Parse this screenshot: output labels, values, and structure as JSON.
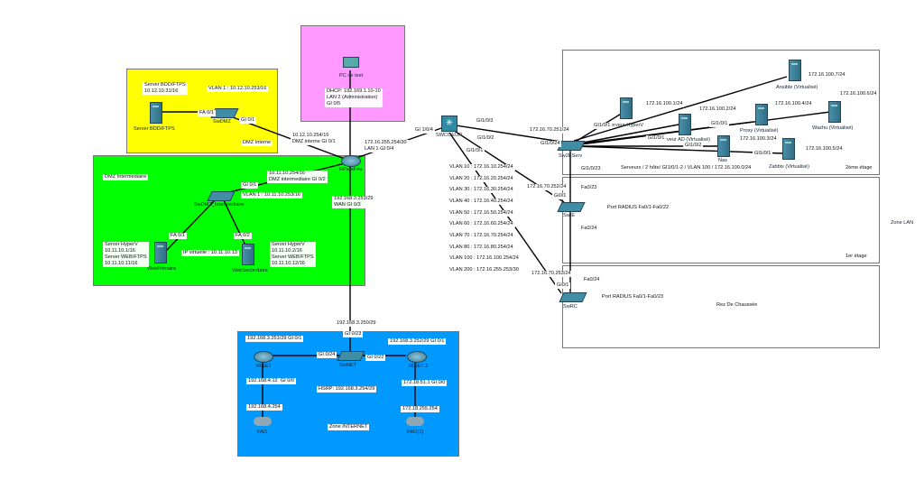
{
  "zones": {
    "dmz_interne": "DMZ Interne",
    "dmz_inter": "DMZ Intermediaire",
    "internet": "Zone INTERNET",
    "lan": "Zone LAN",
    "floor2": "2ème étage",
    "floor1": "1er étage",
    "rdc": "Rez De Chaussée",
    "colors": {
      "dmz_interne": "#ffff00",
      "admin": "#ff99ff",
      "dmz_inter": "#00ff00",
      "internet": "#0099ff"
    }
  },
  "devices": {
    "bdd": "Server BDD/FTPS",
    "swdmz": "SwDMZ",
    "pc": "PC de test",
    "fw": "RPareFeu",
    "core": "SWCOEUR",
    "swdmzi": "SwDMZ_Intermediaire",
    "web1": "WebPrimaire",
    "web2": "WebSecondaire",
    "sw2": "Sw2EServ",
    "sw1": "SwIE",
    "swrc": "SwRC",
    "rinet": "RINET",
    "swnet": "SwNET",
    "rinet2": "RINET 2",
    "fai1": "FAI1",
    "fai2": "FAI1(1)",
    "hyperv": "erveur HyperV",
    "ad": "erveur AD (Virtualisé)",
    "proxy": "Proxy (Virtualisé)",
    "wazhu": "Wazhu (Virtualisé)",
    "nas": "Nas",
    "zabbix": "Zabbix (Virtualisé)",
    "ansible": "Ansible (Virtualisé)"
  },
  "labels": {
    "bdd_ip": "Server BDD/FTPS\n10.12.10.31/16",
    "dmz_vlan": "VLAN 1 : 10.12.10.253/16",
    "fa01a": "FA 0/1",
    "gi01a": "GI 0/1",
    "fw_dmz": "10.12.10.254/16\nDMZ interne GI 0/1",
    "pc_dhcp": "DHCP: 192.169.1.10-10\nLAN 2 (Administration)\nGI 0/5",
    "fw_lan": "172.16.255.254/30\nLAN 1 GI 0/4",
    "core_gi104": "GI 1/0/4",
    "core_g3": "GI1/0/3",
    "core_g2": "GI1/0/2",
    "core_g1": "GI1/0/1",
    "fw_dmzi": "10.11.10.254/16\nDMZ intermediaire GI 0/2",
    "gi01b": "GI 0/1",
    "dmzi_vlan": "VLAN 1 : 10.11.10.253/16",
    "fa01b": "FA 0/1",
    "fa02": "FA 0/2",
    "web1_ip": "Server HyperV\n10.11.10.1/16\nServer WEB/FTPS\n10.11.10.11/16",
    "vip": "IP virtuelle : 10.11.10.13",
    "web2_ip": "Server HyperV\n10.11.10.2/16\nServer WEB/FTPS\n10.11.10.12/16",
    "fw_wan": "192.168.3.253/29\nWAN GI 0/3",
    "sw2_ip": "172.16.70.251/24",
    "sw2_g24": "GI1/0/24",
    "sw2_g23": "GI1/0/23",
    "sw1_ip": "172.16.70.252/24",
    "sw1_gi": "Gi0/1",
    "sw1_fa23": "Fa0/23",
    "sw1_fa24": "Fa0/24",
    "sw1_radius": "Port RADIUS Fa0/1-Fa0/22",
    "swrc_ip": "172.16.70.253/24",
    "swrc_gi": "Gi0/1",
    "swrc_fa24": "Fa0/24",
    "swrc_radius": "Port RADIUS Fa0/1-Fa0/23",
    "srv_info": "Serveurs / 2 hôte/ GI1/0/1-2 / VLAN 100 / 172.16.100.0/24",
    "ip7": "172.16.100.7/24",
    "ip6": "172.16.100.6/24",
    "ip1": "172.16.100.1/24",
    "ip2": "172.16.100.2/24",
    "ip4": "172.16.100.4/24",
    "ip3": "172.16.100.3/24",
    "ip5": "172.16.100.5/24",
    "hv_gi": "GI1/0/1",
    "ad_gi": "GI1/0/1",
    "proxy_gi": "GI1/0/1",
    "nas_gi": "GI1/0/2",
    "zab_gi": "GI1/0/1",
    "wan_ip": "192.168.3.250/29",
    "swnet_g23": "GI 0/23",
    "rinet_ip": "192.168.3.251/29 GI 0/1",
    "swnet_g24": "GI 0/24",
    "swnet_g22": "GI 0/22",
    "rinet2_ip": "192.168.3.252/29 GI 0/1",
    "rinet_g0": "192.168.4.12  GI 0/0",
    "hsrp": "HSRP: 192.168.3.254/29",
    "rinet2_g0": "172.18.51.1 GI 0/0",
    "fai1_ip": "192.168.4.254",
    "fai2_ip": "172.18.255.254"
  },
  "vlans": [
    "VLAN 10 : 172.16.10.254/24",
    "VLAN 20 : 172.16.20.254/24",
    "VLAN 30 : 172.16.30.254/24",
    "VLAN 40 : 172.16.40.254/24",
    "VLAN 50 : 172.16.50.254/24",
    "VLAN 60 : 172.16.60.254/24",
    "VLAN 70 : 172.16.70.254/24",
    "VLAN 80 : 172.16.80.254/24",
    "VLAN 100 : 172.16.100.254/24",
    "VLAN 200 : 172.16.255.253/30"
  ]
}
